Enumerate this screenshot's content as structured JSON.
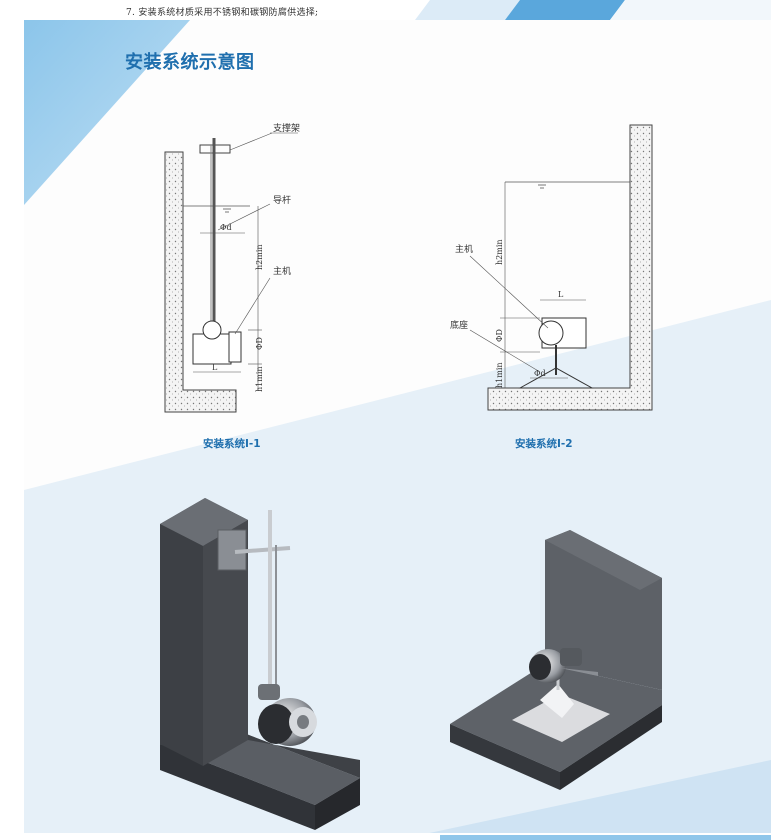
{
  "note": {
    "text": "7. 安装系统材质采用不锈钢和碳钢防腐供选择;"
  },
  "section": {
    "title": "安装系统示意图"
  },
  "diagram1": {
    "caption": "安装系统I-1",
    "labels": {
      "support": "支撑架",
      "guide_rod": "导杆",
      "main_unit": "主机",
      "phi_d": "Φd",
      "h2min": "h2min",
      "phi_D": "ΦD",
      "h1min": "h1min",
      "L": "L"
    }
  },
  "diagram2": {
    "caption": "安装系统I-2",
    "labels": {
      "main_unit": "主机",
      "base": "底座",
      "h2min": "h2min",
      "L": "L",
      "phi_D": "ΦD",
      "phi_d": "Φd",
      "h1min": "h1min"
    }
  },
  "colors": {
    "accent": "#1f6fae",
    "light_blue": "#8fc6ea",
    "pale_blue": "#e6f0f8",
    "concrete": "#4a4d52"
  }
}
